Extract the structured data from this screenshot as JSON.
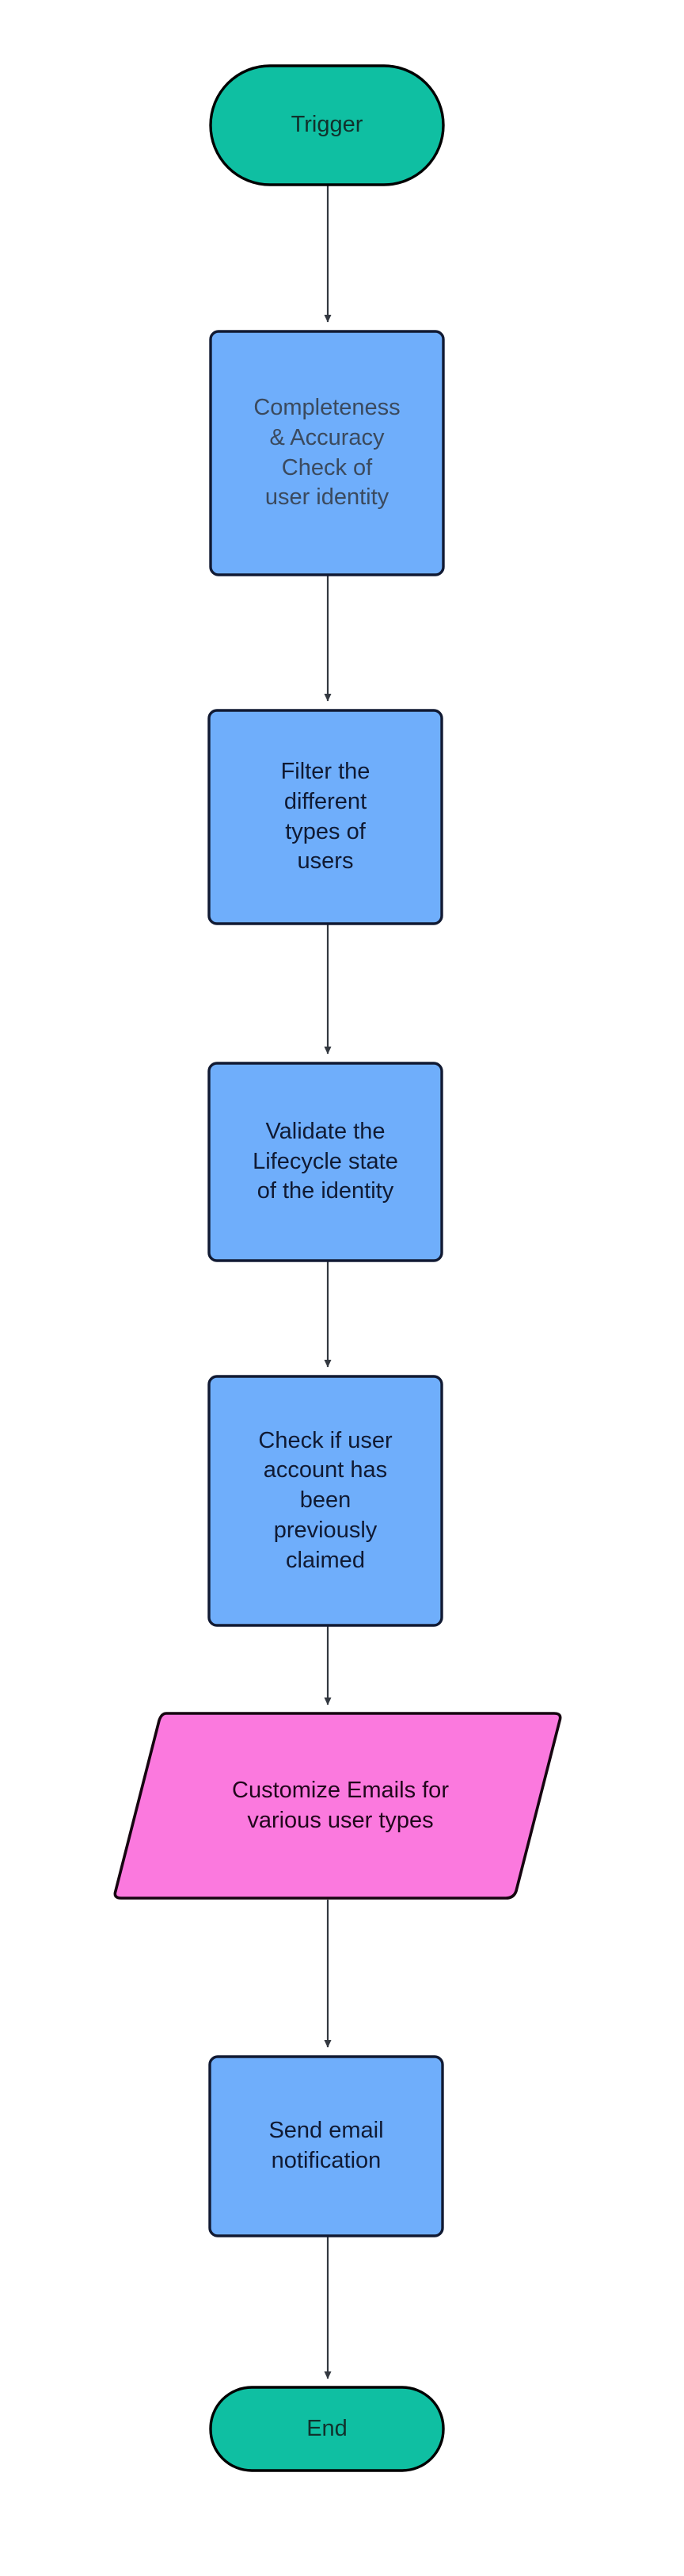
{
  "diagram": {
    "type": "flowchart",
    "orientation": "top-to-bottom",
    "background_color": "#ffffff",
    "edge_color": "#333840",
    "nodes": [
      {
        "id": "trigger",
        "label": "Trigger",
        "shape": "stadium",
        "role": "terminal-start",
        "fill": "#0fbfa2",
        "stroke": "#000000",
        "text_color": "#11312c"
      },
      {
        "id": "completeness-check",
        "label": "Completeness\n& Accuracy\nCheck of\nuser identity",
        "shape": "rounded-rect",
        "role": "process",
        "fill": "#6faefb",
        "stroke": "#111a33",
        "text_color": "#3b4a5e"
      },
      {
        "id": "filter-users",
        "label": "Filter the\ndifferent\ntypes of\nusers",
        "shape": "rounded-rect",
        "role": "process",
        "fill": "#6faefb",
        "stroke": "#111a33",
        "text_color": "#101a33"
      },
      {
        "id": "validate-lifecycle",
        "label": "Validate the\nLifecycle state\nof the identity",
        "shape": "rounded-rect",
        "role": "process",
        "fill": "#6faefb",
        "stroke": "#111a33",
        "text_color": "#101a33"
      },
      {
        "id": "check-claimed",
        "label": "Check if user\naccount has\nbeen\npreviously\nclaimed",
        "shape": "rounded-rect",
        "role": "process",
        "fill": "#6faefb",
        "stroke": "#111a33",
        "text_color": "#101a33"
      },
      {
        "id": "customize-emails",
        "label": "Customize Emails for\nvarious user types",
        "shape": "parallelogram",
        "role": "input-output",
        "fill": "#fb79de",
        "stroke": "#160510",
        "text_color": "#21071c"
      },
      {
        "id": "send-email",
        "label": "Send email\nnotification",
        "shape": "rounded-rect",
        "role": "process",
        "fill": "#6faefb",
        "stroke": "#111a33",
        "text_color": "#101a33"
      },
      {
        "id": "end",
        "label": "End",
        "shape": "stadium",
        "role": "terminal-end",
        "fill": "#0fbfa2",
        "stroke": "#000000",
        "text_color": "#11312c"
      }
    ],
    "edges": [
      {
        "from": "trigger",
        "to": "completeness-check",
        "label": "",
        "arrow": "filled-triangle"
      },
      {
        "from": "completeness-check",
        "to": "filter-users",
        "label": "",
        "arrow": "filled-triangle"
      },
      {
        "from": "filter-users",
        "to": "validate-lifecycle",
        "label": "",
        "arrow": "filled-triangle"
      },
      {
        "from": "validate-lifecycle",
        "to": "check-claimed",
        "label": "",
        "arrow": "filled-triangle"
      },
      {
        "from": "check-claimed",
        "to": "customize-emails",
        "label": "",
        "arrow": "filled-triangle"
      },
      {
        "from": "customize-emails",
        "to": "send-email",
        "label": "",
        "arrow": "filled-triangle"
      },
      {
        "from": "send-email",
        "to": "end",
        "label": "",
        "arrow": "filled-triangle"
      }
    ]
  }
}
